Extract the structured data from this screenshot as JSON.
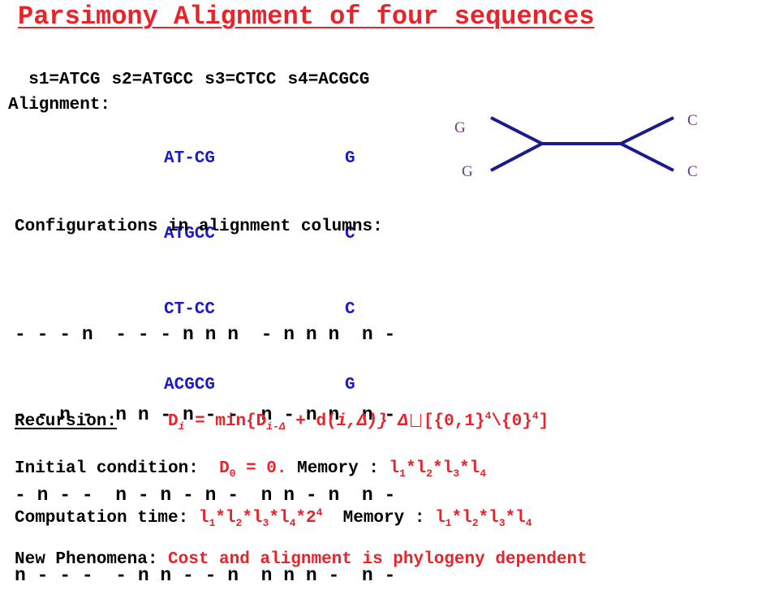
{
  "title": "Parsimony Alignment of four sequences",
  "sequences": [
    "s1=ATCG",
    "s2=ATGCC",
    "s3=CTCC",
    "s4=ACGCG"
  ],
  "alignment": {
    "label": "Alignment:",
    "rows": [
      "AT-CG",
      "ATGCC",
      "CT-CC",
      "ACGCG"
    ],
    "column": [
      "G",
      "C",
      "C",
      "G"
    ]
  },
  "tree": {
    "leaf_top_left": "G",
    "leaf_bottom_left": "G",
    "leaf_top_right": "C",
    "leaf_bottom_right": "C",
    "color": "#1a1a8c"
  },
  "configurations": {
    "title": "Configurations in alignment columns:",
    "rows": [
      "- - - n  - - - n n n  - n n n  n -",
      "- - n -  n n - n - -  n - n n  n -",
      "- n - -  n - n - n -  n n - n  n -",
      "n - - -  - n n - - n  n n n -  n -"
    ]
  },
  "recursion": {
    "label": "Recursion:",
    "D": "D",
    "i": "i",
    "eq_min": " = min{D",
    "i_minus_delta": "i-Δ",
    "plus_d": " + d(",
    "i2": "i",
    "comma_delta": ",Δ)}",
    "delta": "Δ",
    "set": "[{0,1}",
    "exp4": "4",
    "setminus": "\\{0}",
    "exp4b": "4",
    "close": "]"
  },
  "initial": {
    "label": "Initial condition:",
    "D": "D",
    "zero_sub": "0",
    "eq": " = 0.",
    "memory_label": "Memory :",
    "l": "l",
    "subs": [
      "1",
      "2",
      "3",
      "4"
    ]
  },
  "computation": {
    "label": "Computation time:",
    "l": "l",
    "subs": [
      "1",
      "2",
      "3",
      "4"
    ],
    "times2": "*2",
    "exp": "4",
    "memory_label": "Memory :"
  },
  "phenomena": {
    "label": "New Phenomena:",
    "text": "Cost and alignment is phylogeny dependent"
  },
  "colors": {
    "red": "#e8232a",
    "blue": "#1a1acc",
    "leaf": "#6b3a8c"
  }
}
